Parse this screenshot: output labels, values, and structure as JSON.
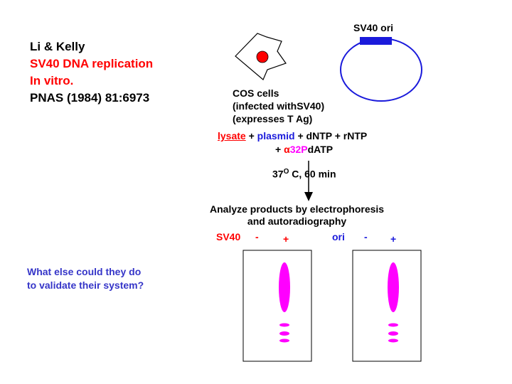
{
  "citation": {
    "authors": "Li & Kelly",
    "title_line1": "SV40 DNA replication",
    "title_line2": "In vitro.",
    "journal": "PNAS (1984) 81:6973"
  },
  "plasmid": {
    "label": "SV40 ori"
  },
  "cells": {
    "line1": "COS cells",
    "line2": "(infected withSV40)",
    "line3": "(expresses T Ag)"
  },
  "reaction": {
    "lysate": "lysate",
    "plus1": " + ",
    "plasmid": "plasmid",
    "rest": " + dNTP + rNTP",
    "line2_prefix": "+ ",
    "alpha": "α",
    "isotope": "32P",
    "line2_suffix": "dATP"
  },
  "conditions": {
    "temp": "37",
    "degree": "O",
    "rest": " C, 60 min"
  },
  "analysis": {
    "line1": "Analyze products by electrophoresis",
    "line2": "and autoradiography"
  },
  "gels": [
    {
      "name": "SV40",
      "minus": "-",
      "plus": "+"
    },
    {
      "name": "ori",
      "minus": "-",
      "plus": "+"
    }
  ],
  "question": {
    "line1": "What else could they do",
    "line2": "to validate their system?"
  },
  "colors": {
    "red": "#ff0000",
    "blue": "#1a1adb",
    "magenta": "#ff00ff",
    "question": "#3535c8"
  }
}
